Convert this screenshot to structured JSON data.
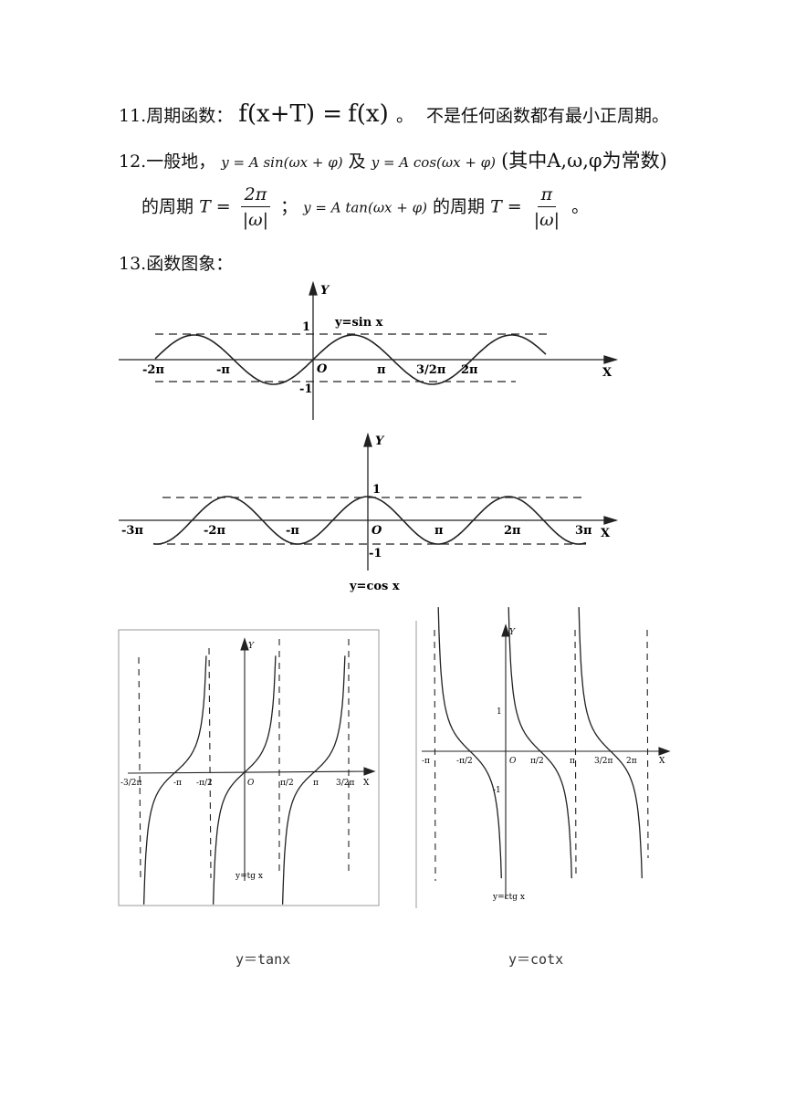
{
  "line11": {
    "prefix": "11.周期函数：",
    "f1": "f",
    "arg": "x+T",
    "eq": "=",
    "f2": "f",
    "arg2": "x",
    "suffix": "。",
    "note": "不是任何函数都有最小正周期。"
  },
  "line12": {
    "prefix": "12.一般地，",
    "expr1": "y = A sin(ωx + φ)",
    "and": "及",
    "expr2": "y = A cos(ωx + φ)",
    "note": "(其中A,ω,φ为常数)"
  },
  "line12b": {
    "prefix": "的周期",
    "t1": "T =",
    "num1": "2π",
    "den1": "|ω|",
    "sep": "；",
    "expr3": "y = A tan(ωx + φ)",
    "mid": "的周期",
    "t2": "T =",
    "num2": "π",
    "den2": "|ω|",
    "suffix": "。"
  },
  "line13": {
    "text": "13.函数图象："
  },
  "sin_graph": {
    "label": "y=sin x",
    "axis_x": "X",
    "axis_y": "Y",
    "origin": "O",
    "ticks": [
      "-2π",
      "-π",
      "π",
      "3/2π",
      "2π"
    ],
    "ymarks": [
      "1",
      "-1"
    ]
  },
  "cos_graph": {
    "label": "y=cos x",
    "axis_x": "X",
    "axis_y": "Y",
    "origin": "O",
    "ticks": [
      "-3π",
      "-2π",
      "-π",
      "π",
      "2π",
      "3π"
    ],
    "ymarks": [
      "1",
      "-1"
    ]
  },
  "tan_graph": {
    "label": "y=tg x",
    "axis_x": "X",
    "axis_y": "Y",
    "origin": "O",
    "ticks": [
      "-3/2π",
      "-π",
      "-π/2",
      "π/2",
      "π",
      "3/2π"
    ]
  },
  "cot_graph": {
    "label": "y=ctg x",
    "axis_x": "X",
    "axis_y": "Y",
    "origin": "O",
    "ticks": [
      "-π",
      "-π/2",
      "π/2",
      "π",
      "3/2π",
      "2π"
    ],
    "ymarks": [
      "1",
      "-1"
    ]
  },
  "captions": {
    "tan": "y＝tanx",
    "cot": "y＝cotx"
  }
}
